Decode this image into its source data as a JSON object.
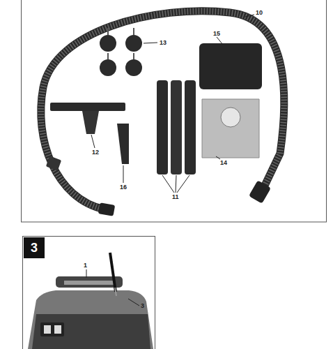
{
  "diagram": {
    "nodes": [
      {
        "text": [
          "3"
        ]
      }
    ],
    "labels": [
      "10",
      "13",
      "15",
      "12",
      "14",
      "16",
      "11",
      "1",
      "3"
    ]
  }
}
